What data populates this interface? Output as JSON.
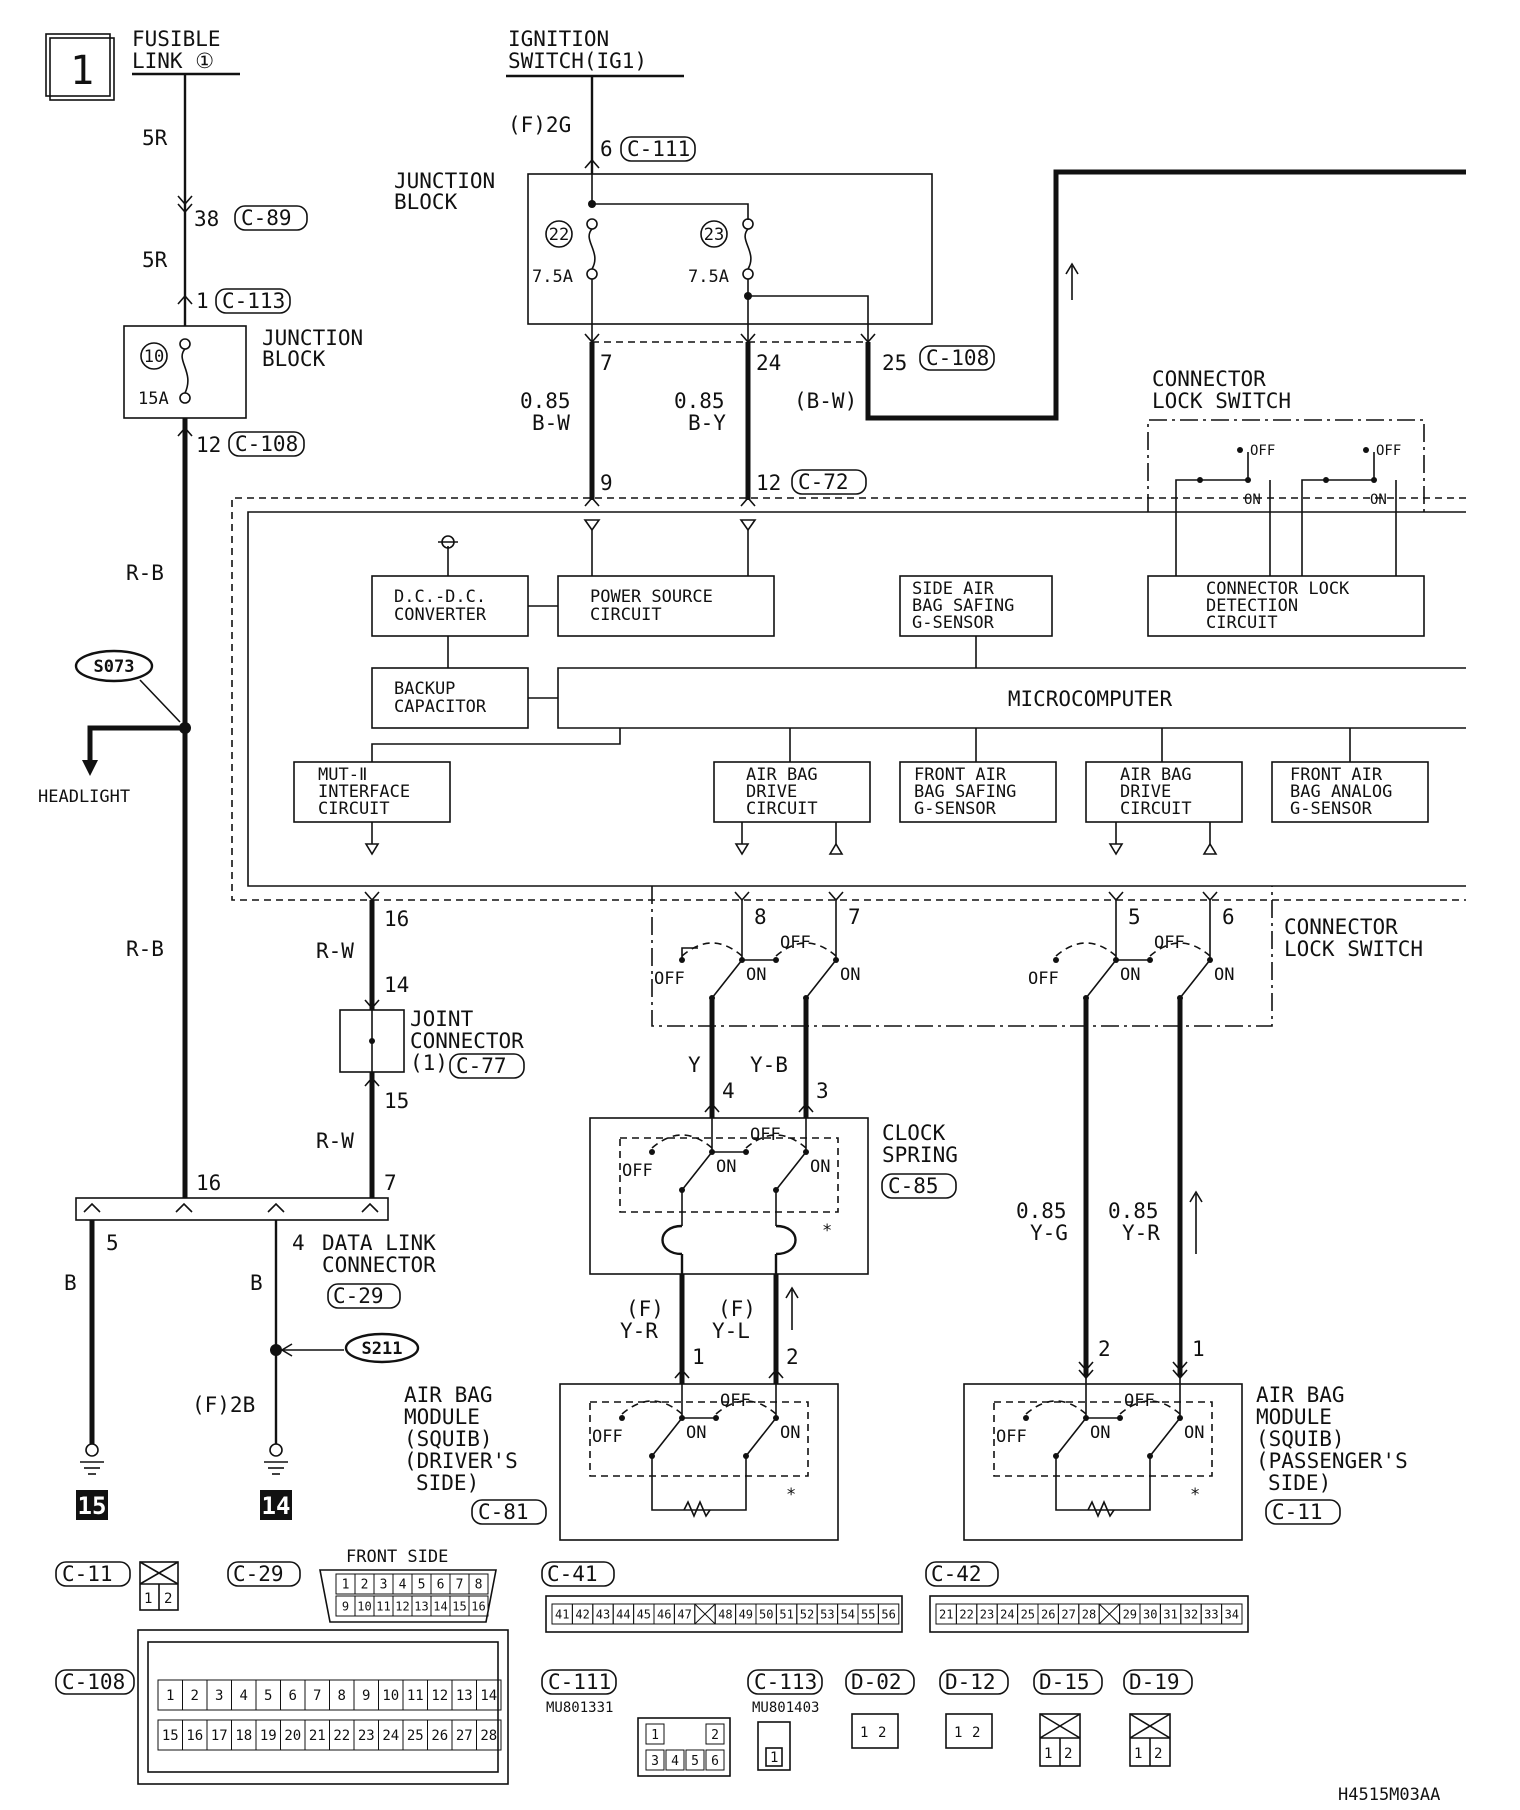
{
  "page_number": "1",
  "drawing_code": "H4515M03AA",
  "fuse_block": {
    "source": [
      "FUSIBLE",
      "LINK ①"
    ],
    "wire_top": "5R",
    "wire_mid": "5R",
    "pin_38": "38",
    "conn_c89": "C-89",
    "pin_1": "1",
    "conn_c113": "C-113",
    "jb_label": [
      "JUNCTION",
      "BLOCK"
    ],
    "fuse_no": "10",
    "fuse_rating": "15A",
    "pin_12": "12",
    "conn_c108": "C-108",
    "wire_rb": "R-B",
    "wire_rb2": "R-B",
    "splice_s073": "S073",
    "headlight": "HEADLIGHT"
  },
  "ignition": {
    "source": [
      "IGNITION",
      "SWITCH(IG1)"
    ],
    "wire": "(F)2G",
    "pin_6": "6",
    "conn_c111": "C-111",
    "jb_label": [
      "JUNCTION",
      "BLOCK"
    ],
    "fuse22": "22",
    "fuse23": "23",
    "rating22": "7.5A",
    "rating23": "7.5A",
    "pin_7": "7",
    "pin_24": "24",
    "pin_25": "25",
    "conn_c108": "C-108",
    "wire_bw_size": "0.85",
    "wire_bw": "B-W",
    "wire_by_size": "0.85",
    "wire_by": "B-Y",
    "wire_bw2": "(B-W)",
    "pin_9": "9",
    "pin_12": "12",
    "conn_c72": "C-72"
  },
  "srs_ecu": {
    "dcdc": [
      "D.C.-D.C.",
      "CONVERTER"
    ],
    "power_source": [
      "POWER SOURCE",
      "CIRCUIT"
    ],
    "side_sensor": [
      "SIDE AIR",
      "BAG SAFING",
      "G-SENSOR"
    ],
    "lock_detect": [
      "CONNECTOR LOCK",
      "DETECTION",
      "CIRCUIT"
    ],
    "backup_cap": [
      "BACKUP",
      "CAPACITOR"
    ],
    "microcomputer": "MICROCOMPUTER",
    "mut_interface": [
      "MUT-Ⅱ",
      "INTERFACE",
      "CIRCUIT"
    ],
    "drive1": [
      "AIR BAG",
      "DRIVE",
      "CIRCUIT"
    ],
    "front_safing": [
      "FRONT AIR",
      "BAG SAFING",
      "G-SENSOR"
    ],
    "drive2": [
      "AIR BAG",
      "DRIVE",
      "CIRCUIT"
    ],
    "front_analog": [
      "FRONT AIR",
      "BAG ANALOG",
      "G-SENSOR"
    ],
    "lock_switch_top": [
      "CONNECTOR",
      "LOCK SWITCH"
    ],
    "lock_switch_bottom": [
      "CONNECTOR",
      "LOCK SWITCH"
    ],
    "off": "OFF",
    "on": "ON"
  },
  "pins": {
    "p16": "16",
    "p8": "8",
    "p7": "7",
    "p5": "5",
    "p6": "6",
    "p14": "14",
    "p15": "15",
    "p4": "4",
    "p3": "3",
    "p16b": "16",
    "p7b": "7",
    "p5b": "5",
    "p4b": "4",
    "p1": "1",
    "p2": "2",
    "p2b": "2",
    "p1b": "1"
  },
  "wires": {
    "rw1": "R-W",
    "rw2": "R-W",
    "y": "Y",
    "yb": "Y-B",
    "f1": "(F)",
    "yr": "Y-R",
    "f2": "(F)",
    "yl": "Y-L",
    "yg_size": "0.85",
    "yg": "Y-G",
    "yr2_size": "0.85",
    "yr2": "Y-R",
    "b1": "B",
    "b2": "B",
    "f2b": "(F)2B"
  },
  "joint": {
    "label": [
      "JOINT",
      "CONNECTOR",
      "(1)"
    ],
    "conn": "C-77"
  },
  "clock_spring": {
    "label": [
      "CLOCK",
      "SPRING"
    ],
    "conn": "C-85"
  },
  "dlc": {
    "label": [
      "DATA LINK",
      "CONNECTOR"
    ],
    "conn": "C-29",
    "splice": "S211"
  },
  "grounds": [
    "15",
    "14"
  ],
  "module_driver": {
    "label": [
      "AIR BAG",
      "MODULE",
      "(SQUIB)",
      "(DRIVER'S",
      "SIDE)"
    ],
    "conn": "C-81"
  },
  "module_pass": {
    "label": [
      "AIR BAG",
      "MODULE",
      "(SQUIB)",
      "(PASSENGER'S",
      "SIDE)"
    ],
    "conn": "C-11"
  },
  "connectors": {
    "c11": "C-11",
    "c29": "C-29",
    "c41": "C-41",
    "c42": "C-42",
    "c108": "C-108",
    "c111": "C-111",
    "c113": "C-113",
    "d02": "D-02",
    "d12": "D-12",
    "d15": "D-15",
    "d19": "D-19",
    "front_side": "FRONT SIDE",
    "part_c111": "MU801331",
    "part_c113": "MU801403",
    "c29_top": [
      "1",
      "2",
      "3",
      "4",
      "5",
      "6",
      "7",
      "8"
    ],
    "c29_bot": [
      "9",
      "10",
      "11",
      "12",
      "13",
      "14",
      "15",
      "16"
    ],
    "c41_pins": [
      "41",
      "42",
      "43",
      "44",
      "45",
      "46",
      "47",
      "",
      "48",
      "49",
      "50",
      "51",
      "52",
      "53",
      "54",
      "55",
      "56"
    ],
    "c42_pins": [
      "21",
      "22",
      "23",
      "24",
      "25",
      "26",
      "27",
      "28",
      "",
      "29",
      "30",
      "31",
      "32",
      "33",
      "34"
    ],
    "c108_top": [
      "1",
      "2",
      "3",
      "4",
      "5",
      "6",
      "7",
      "8",
      "9",
      "10",
      "11",
      "12",
      "13",
      "14"
    ],
    "c108_bot": [
      "15",
      "16",
      "17",
      "18",
      "19",
      "20",
      "21",
      "22",
      "23",
      "24",
      "25",
      "26",
      "27",
      "28"
    ],
    "c111_pins": [
      "1",
      "2",
      "3",
      "4",
      "5",
      "6"
    ],
    "c113_pin": "1",
    "pair": [
      "1",
      "2"
    ]
  }
}
